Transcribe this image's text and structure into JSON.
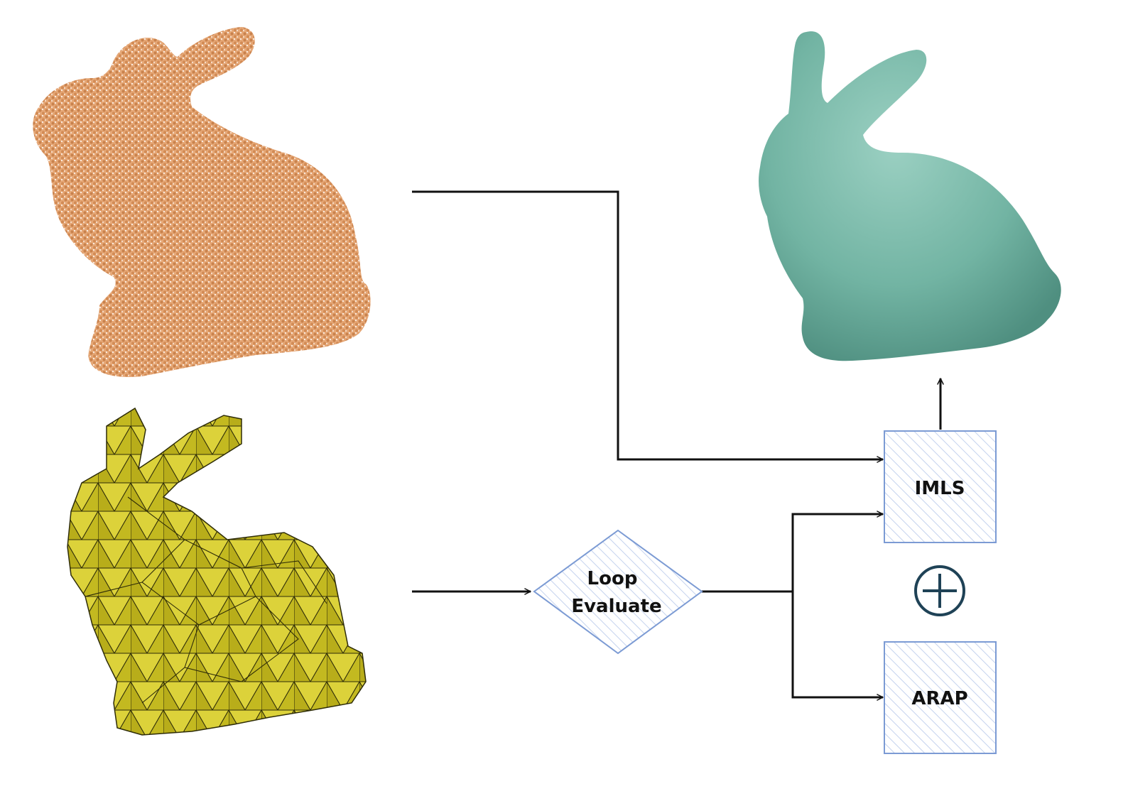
{
  "nodes": {
    "loop": {
      "line1": "Loop",
      "line2": "Evaluate"
    },
    "imls": {
      "label": "IMLS"
    },
    "arap": {
      "label": "ARAP"
    },
    "plus": {
      "symbol": "plus-in-circle"
    }
  },
  "images": {
    "point_cloud": {
      "description": "point-cloud-bunny",
      "color": "#d9935a"
    },
    "coarse_mesh": {
      "description": "coarse-mesh-bunny",
      "color": "#d6cc2a"
    },
    "smooth_mesh": {
      "description": "smooth-mesh-bunny",
      "color": "#77b7a7"
    }
  },
  "colors": {
    "line": "#111111",
    "box_border": "#7c9bd4",
    "hatch": "#b7c8ea",
    "plus_circle": "#1f4256"
  }
}
